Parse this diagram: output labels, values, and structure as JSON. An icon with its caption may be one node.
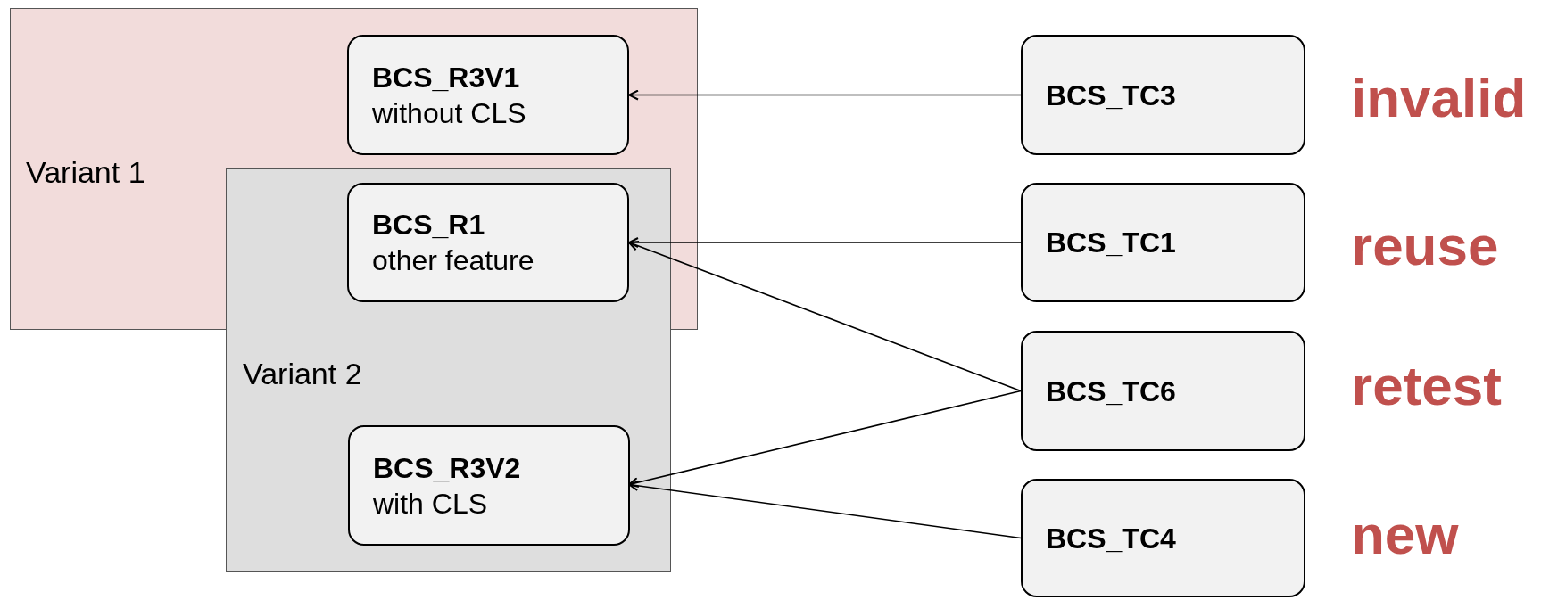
{
  "diagram": {
    "nodes": [
      {
        "text": [
          "Variant 1"
        ]
      },
      {
        "text": [
          "BCS_R3V1",
          "without CLS"
        ],
        "in": 0
      },
      {
        "text": [
          "BCS_TC3"
        ]
      },
      {
        "text": [
          "Variant 2"
        ]
      },
      {
        "text": [
          "BCS_R1",
          "other feature"
        ]
      },
      {
        "text": [
          "BCS_TC1"
        ]
      },
      {
        "text": [
          "BCS_TC6"
        ]
      },
      {
        "text": [
          "BCS_R3V2",
          "with CLS"
        ],
        "in": 3
      },
      {
        "text": [
          "BCS_TC4"
        ]
      }
    ],
    "edges": [
      {
        "from": 2,
        "to": 1,
        "arrow": "to"
      },
      {
        "from": 5,
        "to": 4,
        "arrow": "to"
      },
      {
        "from": 6,
        "to": 4,
        "arrow": "to"
      },
      {
        "from": 6,
        "to": 7,
        "arrow": "to"
      },
      {
        "from": 8,
        "to": 7,
        "arrow": "to"
      }
    ],
    "labels": [
      "invalid",
      "reuse",
      "retest",
      "new"
    ]
  }
}
